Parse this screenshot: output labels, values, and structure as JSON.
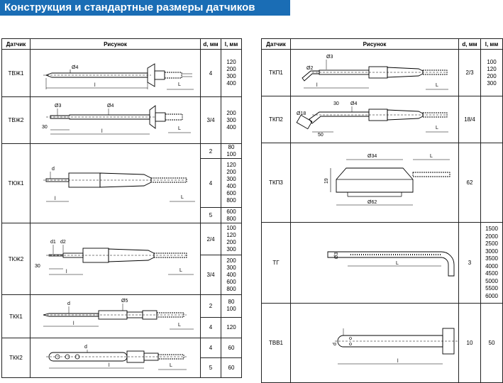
{
  "title": "Конструкция и стандартные размеры датчиков",
  "headers": {
    "sensor": "Датчик",
    "drawing": "Рисунок",
    "d": "d, мм",
    "l": "l, мм"
  },
  "left_rows": [
    {
      "name": "ТВЖ1",
      "d": [
        "4"
      ],
      "l": [
        [
          "120",
          "200",
          "300",
          "400"
        ]
      ]
    },
    {
      "name": "ТВЖ2",
      "d": [
        "3/4"
      ],
      "l": [
        [
          "200",
          "300",
          "400"
        ]
      ]
    },
    {
      "name": "ТЮК1",
      "d": [
        "2",
        "4",
        "5"
      ],
      "l": [
        [
          "80",
          "100"
        ],
        [
          "120",
          "200",
          "300",
          "400",
          "600",
          "800"
        ],
        [
          "600",
          "800"
        ]
      ]
    },
    {
      "name": "ТКЖ2",
      "d": [
        "2/4",
        "3/4"
      ],
      "l": [
        [
          "100",
          "120",
          "200",
          "300"
        ],
        [
          "200",
          "300",
          "400",
          "600",
          "800"
        ]
      ]
    },
    {
      "name": "ТКК1",
      "d": [
        "2",
        "4"
      ],
      "l": [
        [
          "80",
          "100"
        ],
        [
          "120"
        ]
      ]
    },
    {
      "name": "ТКК2",
      "d": [
        "4",
        "5"
      ],
      "l": [
        [
          "60"
        ],
        [
          "60"
        ]
      ]
    }
  ],
  "right_rows": [
    {
      "name": "ТКП1",
      "d": [
        "2/3"
      ],
      "l": [
        [
          "100",
          "120",
          "200",
          "300"
        ]
      ]
    },
    {
      "name": "ТКП2",
      "d": [
        "18/4"
      ],
      "l": [
        []
      ]
    },
    {
      "name": "ТКП3",
      "d": [
        "62"
      ],
      "l": [
        []
      ]
    },
    {
      "name": "ТГ",
      "d": [
        "3"
      ],
      "l": [
        [
          "1500",
          "2000",
          "2500",
          "3000",
          "3500",
          "4000",
          "4500",
          "5000",
          "5500",
          "6000"
        ]
      ]
    },
    {
      "name": "ТВВ1",
      "d": [
        "10"
      ],
      "l": [
        [
          "50"
        ]
      ]
    }
  ],
  "drawing_labels": {
    "tvzh1": {
      "d": "Ø4",
      "l": "l",
      "L": "L"
    },
    "tvzh2": {
      "d1": "Ø3",
      "d2": "Ø4",
      "off": "30",
      "l": "l",
      "L": "L"
    },
    "tyk1": {
      "d": "d",
      "l": "l",
      "L": "L"
    },
    "tkzh2": {
      "d1": "d1",
      "d2": "d2",
      "off": "30",
      "l": "l",
      "L": "L"
    },
    "tkk1": {
      "d": "d",
      "d5": "Ø5",
      "l": "l",
      "L": "L"
    },
    "tkk2": {
      "d": "d",
      "l": "l",
      "L": "L"
    },
    "tkp1": {
      "d3": "Ø3",
      "d2": "Ø2",
      "l": "l",
      "L": "L"
    },
    "tkp2": {
      "d4": "Ø4",
      "a": "30",
      "d18": "Ø18",
      "b": "50",
      "L": "L"
    },
    "tkp3": {
      "d34": "Ø34",
      "h": "19",
      "d62": "Ø62",
      "L": "L"
    },
    "tg": {
      "d": "Ø3",
      "L": "L"
    },
    "tvv1": {
      "d": "d",
      "l": "l"
    }
  }
}
